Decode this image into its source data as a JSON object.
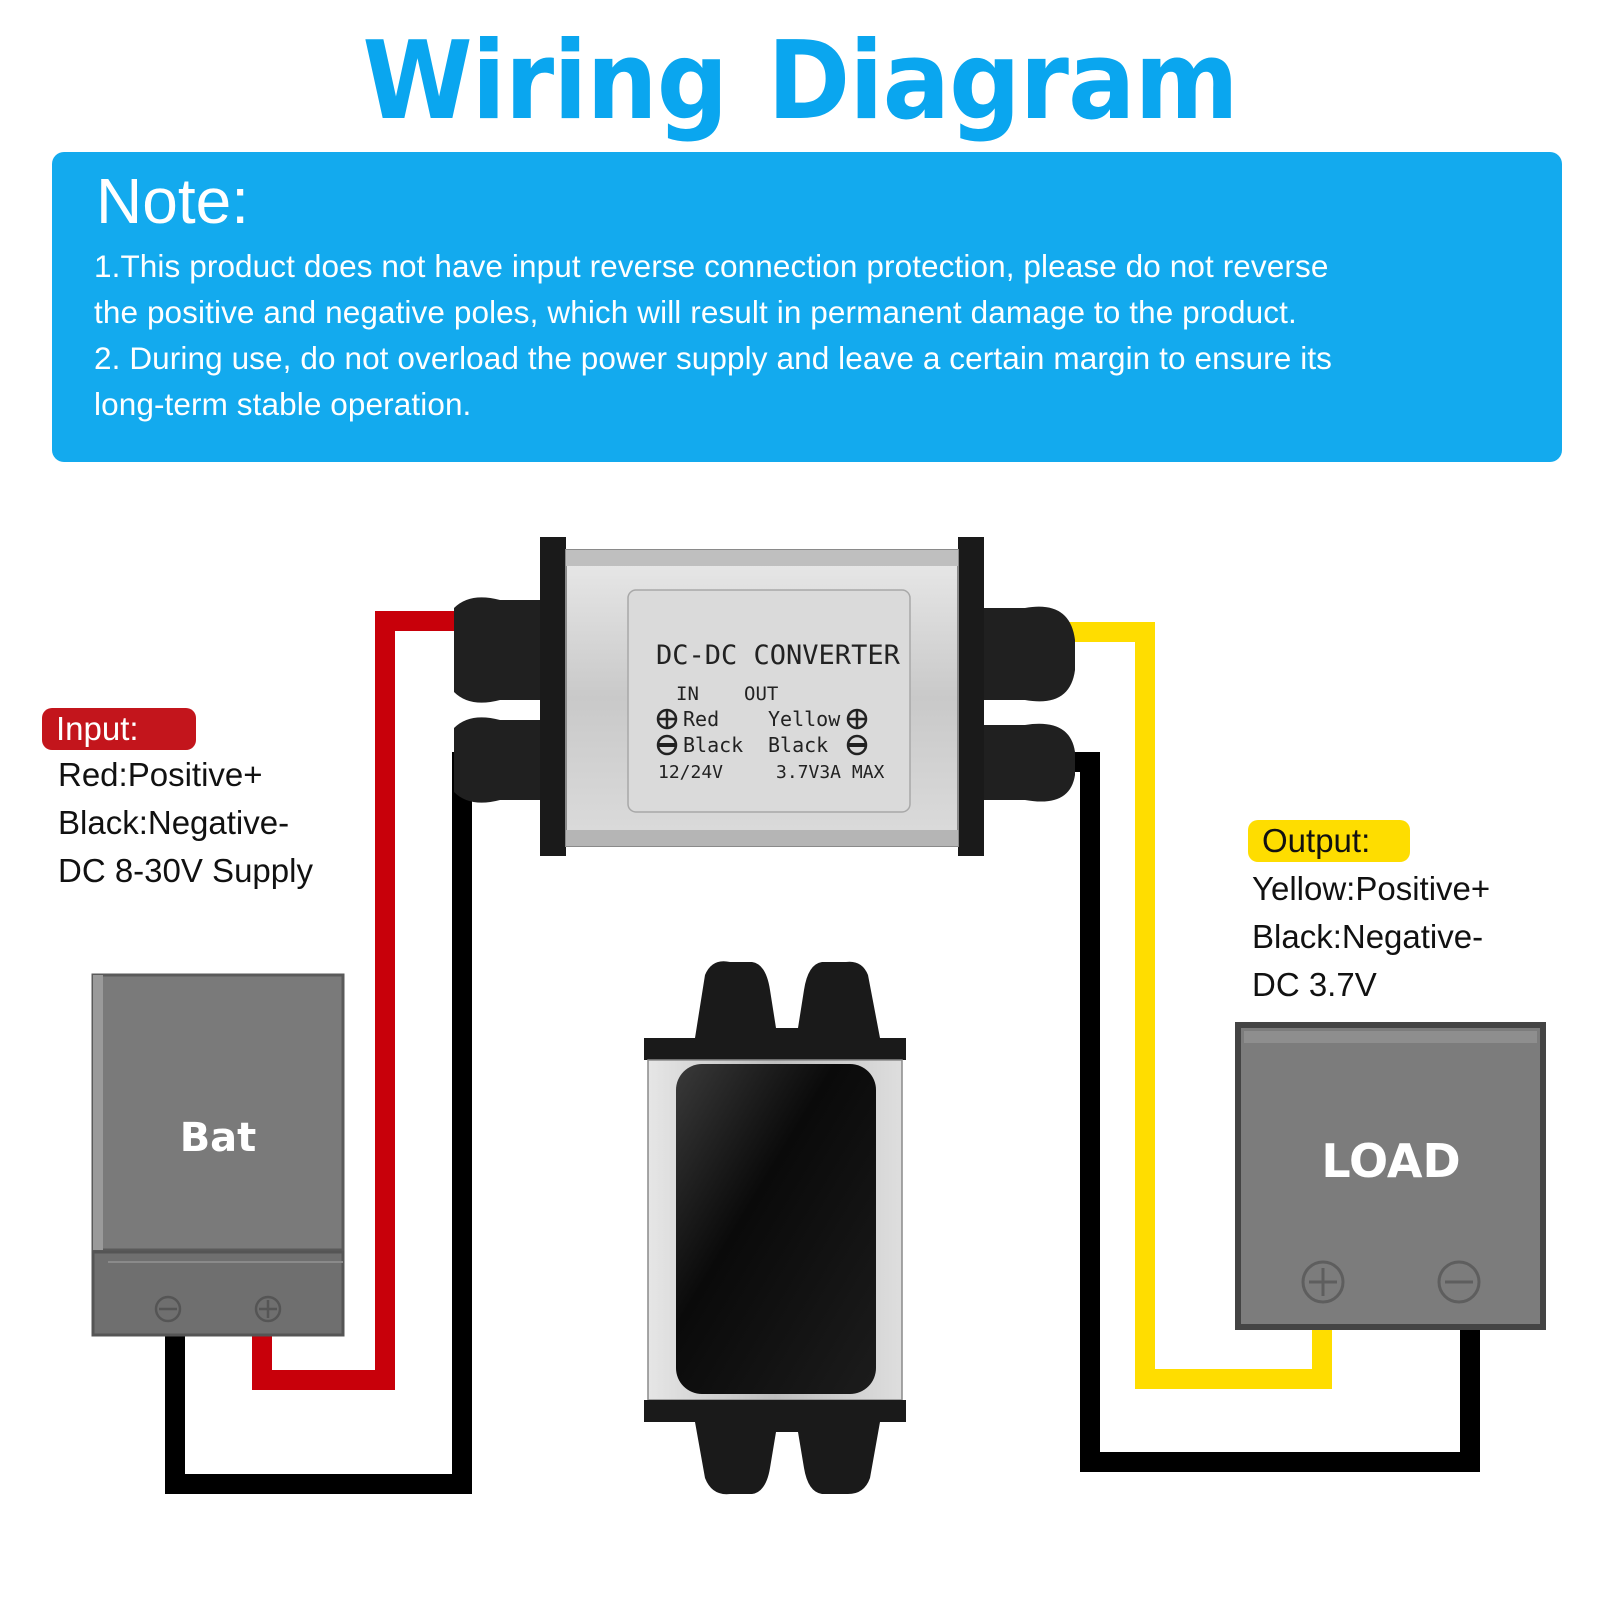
{
  "title": {
    "word1": "Wiring",
    "word2": "Diagram"
  },
  "note": {
    "heading": "Note:",
    "lines": [
      "1.This product does not have input reverse connection protection, please do not reverse",
      "the positive and negative poles, which will result in permanent damage to the product.",
      "2. During use, do not overload the power supply and leave a certain margin to ensure its",
      "long-term stable operation."
    ]
  },
  "input": {
    "label": "Input:",
    "lines": [
      "Red:Positive+",
      "Black:Negative-",
      "DC 8-30V Supply"
    ]
  },
  "output": {
    "label": "Output:",
    "lines": [
      "Yellow:Positive+",
      "Black:Negative-",
      "DC 3.7V"
    ]
  },
  "converter": {
    "title": "DC-DC CONVERTER",
    "in_label": "IN",
    "out_label": "OUT",
    "red": "Red",
    "yellow": "Yellow",
    "black_in": "Black",
    "black_out": "Black",
    "in_voltage": "12/24V",
    "out_rating": "3.7V3A MAX"
  },
  "battery": {
    "label": "Bat"
  },
  "load": {
    "label": "LOAD"
  },
  "colors": {
    "title": "#0aa6ef",
    "note_bg": "#13aaee",
    "red_wire": "#c8000a",
    "yellow_wire": "#ffdd00",
    "black_wire": "#000000"
  }
}
